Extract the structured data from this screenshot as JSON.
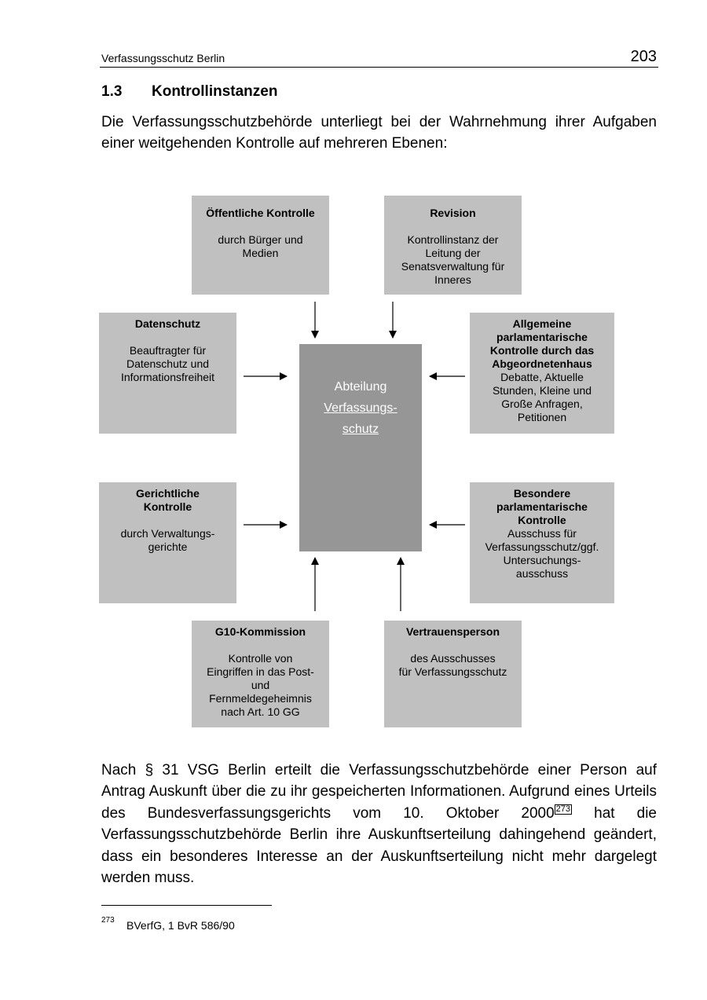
{
  "header": {
    "running_title": "Verfassungsschutz Berlin",
    "page_number": "203"
  },
  "section": {
    "number": "1.3",
    "title": "Kontrollinstanzen"
  },
  "intro_paragraph": "Die Verfassungsschutzbehörde unterliegt bei der Wahrnehmung ihrer Aufgaben einer weitgehenden Kontrolle auf mehreren Ebenen:",
  "diagram": {
    "center": {
      "line1": "Abteilung",
      "line2": "Verfassungs-",
      "line3": "schutz"
    },
    "oeffentlich": {
      "title": "Öffentliche Kontrolle",
      "l1": "durch Bürger und",
      "l2": "Medien"
    },
    "revision": {
      "title": "Revision",
      "l1": "Kontrollinstanz der",
      "l2": "Leitung der",
      "l3": "Senatsverwaltung für",
      "l4": "Inneres"
    },
    "datenschutz": {
      "title": "Datenschutz",
      "l1": "Beauftragter für",
      "l2": "Datenschutz und",
      "l3": "Informationsfreiheit"
    },
    "allgemein": {
      "t1": "Allgemeine",
      "t2": "parlamentarische",
      "t3": "Kontrolle durch das",
      "t4": "Abgeordnetenhaus",
      "l1": "Debatte, Aktuelle",
      "l2": "Stunden, Kleine und",
      "l3": "Große Anfragen,",
      "l4": "Petitionen"
    },
    "gerichtlich": {
      "t1": "Gerichtliche",
      "t2": "Kontrolle",
      "l1": "durch Verwaltungs-",
      "l2": "gerichte"
    },
    "besonders": {
      "t1": "Besondere",
      "t2": "parlamentarische",
      "t3": "Kontrolle",
      "l1": "Ausschuss für",
      "l2": "Verfassungsschutz/ggf.",
      "l3": "Untersuchungs-",
      "l4": "ausschuss"
    },
    "g10": {
      "title": "G10-Kommission",
      "l1": "Kontrolle von",
      "l2": "Eingriffen in das Post-",
      "l3": "und",
      "l4": "Fernmeldegeheimnis",
      "l5": "nach Art. 10 GG"
    },
    "vertrauen": {
      "title": "Vertrauensperson",
      "l1": "des Ausschusses",
      "l2": "für Verfassungsschutz"
    }
  },
  "body_paragraph": {
    "before_ref": "Nach § 31 VSG Berlin erteilt die Verfassungsschutzbehörde einer Person auf Antrag Auskunft über die zu ihr gespeicherten Informationen. Aufgrund eines Urteils des Bundesverfassungsgerichts vom 10. Oktober 2000",
    "ref": "273",
    "after_ref": " hat die Verfassungsschutzbehörde Berlin ihre Auskunftserteilung dahingehend geändert, dass ein besonderes Interesse an der Auskunftserteilung nicht mehr dargelegt werden muss."
  },
  "footnote": {
    "number": "273",
    "text": "BVerfG, 1 BvR 586/90"
  }
}
